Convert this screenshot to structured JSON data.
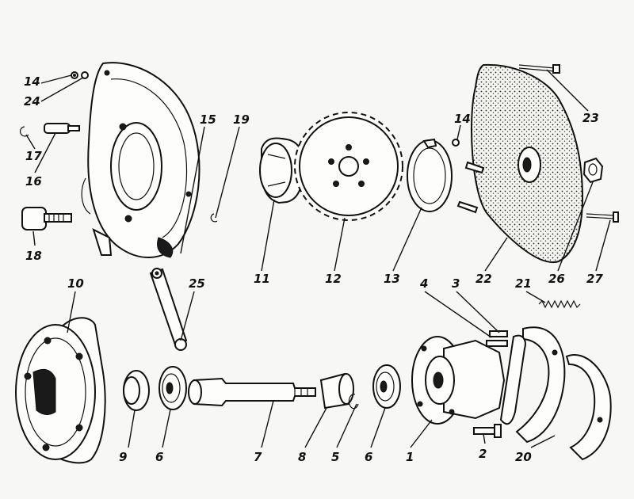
{
  "diagram": {
    "callouts": [
      {
        "id": "c14a",
        "text": "14"
      },
      {
        "id": "c24",
        "text": "24"
      },
      {
        "id": "c17",
        "text": "17"
      },
      {
        "id": "c16",
        "text": "16"
      },
      {
        "id": "c18",
        "text": "18"
      },
      {
        "id": "c15",
        "text": "15"
      },
      {
        "id": "c19",
        "text": "19"
      },
      {
        "id": "c11",
        "text": "11"
      },
      {
        "id": "c12",
        "text": "12"
      },
      {
        "id": "c13",
        "text": "13"
      },
      {
        "id": "c14b",
        "text": "14"
      },
      {
        "id": "c23",
        "text": "23"
      },
      {
        "id": "c22",
        "text": "22"
      },
      {
        "id": "c26",
        "text": "26"
      },
      {
        "id": "c27",
        "text": "27"
      },
      {
        "id": "c10",
        "text": "10"
      },
      {
        "id": "c25",
        "text": "25"
      },
      {
        "id": "c4",
        "text": "4"
      },
      {
        "id": "c3",
        "text": "3"
      },
      {
        "id": "c21",
        "text": "21"
      },
      {
        "id": "c9",
        "text": "9"
      },
      {
        "id": "c6a",
        "text": "6"
      },
      {
        "id": "c7",
        "text": "7"
      },
      {
        "id": "c8",
        "text": "8"
      },
      {
        "id": "c5",
        "text": "5"
      },
      {
        "id": "c6b",
        "text": "6"
      },
      {
        "id": "c1",
        "text": "1"
      },
      {
        "id": "c2",
        "text": "2"
      },
      {
        "id": "c20",
        "text": "20"
      }
    ]
  }
}
